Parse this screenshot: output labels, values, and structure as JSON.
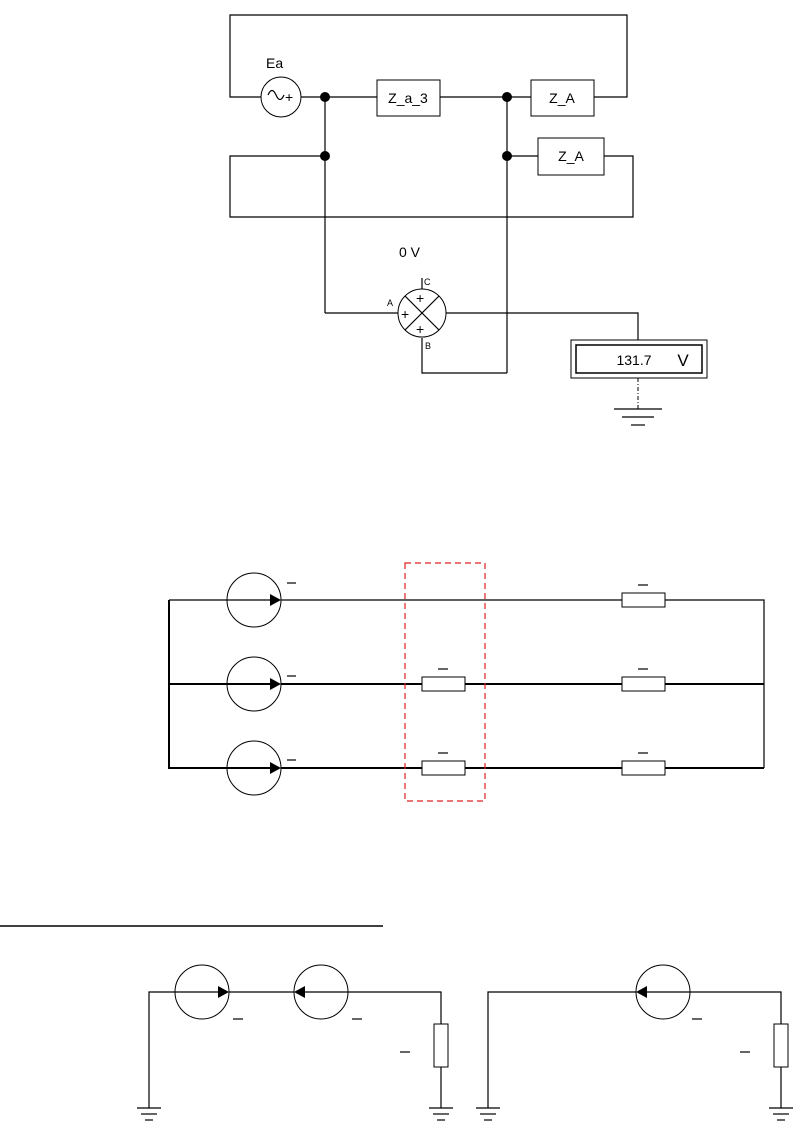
{
  "circuit1": {
    "source_label": "Ea",
    "impedance_center": "Z_a_3",
    "impedance_top_right": "Z_A",
    "impedance_mid_right": "Z_A",
    "meter_reading": "0 V",
    "meter_terminals": {
      "a": "A",
      "b": "B",
      "c": "C"
    },
    "voltmeter_value": "131.7",
    "voltmeter_unit": "V"
  },
  "circuit2": {
    "phases": 3,
    "colors": {
      "highlight": "#e02020"
    }
  },
  "circuit3": {}
}
